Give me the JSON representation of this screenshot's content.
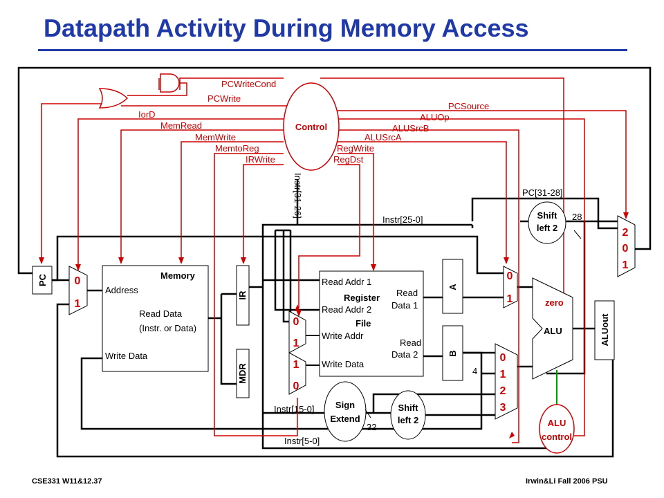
{
  "title": "Datapath Activity During Memory Access",
  "footer": {
    "left": "CSE331 W11&12.37",
    "right": "Irwin&Li Fall 2006 PSU"
  },
  "colors": {
    "title": "#1f3aa8",
    "active_path": "#000000",
    "control_signal": "#cc0000",
    "alu_control_line": "#009900",
    "inactive": "#000000"
  },
  "control": {
    "label": "Control",
    "signals_left": [
      "PCWriteCond",
      "PCWrite",
      "IorD",
      "MemRead",
      "MemWrite",
      "MemtoReg",
      "IRWrite"
    ],
    "signals_right": [
      "PCSource",
      "ALUOp",
      "ALUSrcB",
      "ALUSrcA",
      "RegWrite",
      "RegDst"
    ]
  },
  "units": {
    "pc": "PC",
    "memory": {
      "title": "Memory",
      "address": "Address",
      "read_data_1": "Read Data",
      "read_data_2": "(Instr. or Data)",
      "write_data": "Write Data"
    },
    "ir": "IR",
    "mdr": "MDR",
    "register_file": {
      "title_1": "Register",
      "title_2": "File",
      "read_addr_1": "Read Addr 1",
      "read_addr_2": "Read Addr 2",
      "write_addr": "Write Addr",
      "write_data": "Write Data",
      "read_data_1a": "Read",
      "read_data_1b": "Data 1",
      "read_data_2a": "Read",
      "read_data_2b": "Data 2"
    },
    "a": "A",
    "b": "B",
    "alu": "ALU",
    "zero": "zero",
    "aluout": "ALUout",
    "alu_control_1": "ALU",
    "alu_control_2": "control",
    "sign_extend_1": "Sign",
    "sign_extend_2": "Extend",
    "shift_top_1": "Shift",
    "shift_top_2": "left 2",
    "shift_bottom_1": "Shift",
    "shift_bottom_2": "left 2"
  },
  "bus_labels": {
    "instr_31_26": "Instr[31-26]",
    "instr_25_0": "Instr[25-0]",
    "pc_31_28": "PC[31-28]",
    "width_28": "28",
    "instr_15_0": "Instr[15-0]",
    "width_32": "32",
    "instr_5_0": "Instr[5-0]",
    "const_4": "4"
  },
  "muxes": {
    "iord": [
      "0",
      "1"
    ],
    "regdst": [
      "0",
      "1"
    ],
    "memtoreg": [
      "1",
      "0"
    ],
    "alusrca": [
      "0",
      "1"
    ],
    "alusrcb": [
      "0",
      "1",
      "2",
      "3"
    ],
    "pcsource": [
      "2",
      "0",
      "1"
    ]
  }
}
